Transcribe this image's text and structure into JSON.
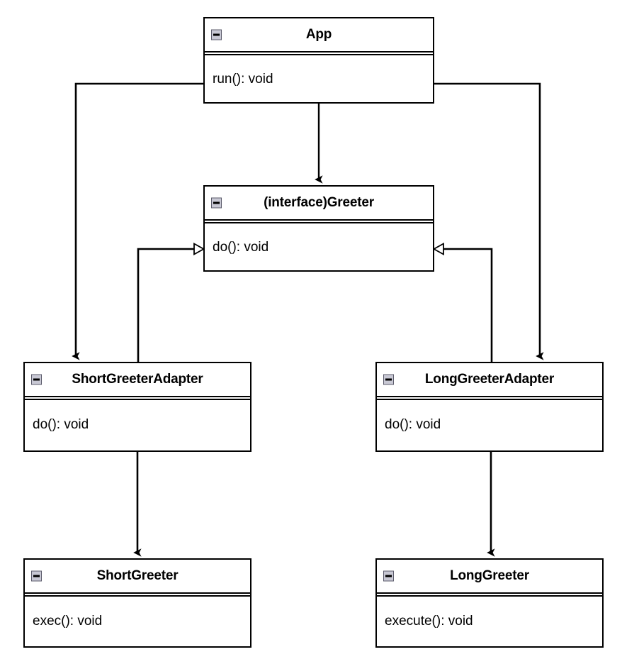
{
  "diagram": {
    "title": "Adapter Pattern Class Diagram",
    "type": "uml-class-diagram",
    "background_color": "#ffffff",
    "line_color": "#000000",
    "icon_fill_color": "#c8c8d4",
    "icon_border_color": "#5b5b6b"
  },
  "classes": [
    {
      "id": "app",
      "name": "App",
      "stereotype": "",
      "members": [
        "run(): void"
      ],
      "icon": "collapse-minus-icon"
    },
    {
      "id": "greeter",
      "name": "(interface)Greeter",
      "stereotype": "interface",
      "members": [
        "do(): void"
      ],
      "icon": "collapse-minus-icon"
    },
    {
      "id": "short-adapter",
      "name": "ShortGreeterAdapter",
      "stereotype": "",
      "members": [
        "do(): void"
      ],
      "icon": "collapse-minus-icon"
    },
    {
      "id": "long-adapter",
      "name": "LongGreeterAdapter",
      "stereotype": "",
      "members": [
        "do(): void"
      ],
      "icon": "collapse-minus-icon"
    },
    {
      "id": "short-greeter",
      "name": "ShortGreeter",
      "stereotype": "",
      "members": [
        "exec(): void"
      ],
      "icon": "collapse-minus-icon"
    },
    {
      "id": "long-greeter",
      "name": "LongGreeter",
      "stereotype": "",
      "members": [
        "execute(): void"
      ],
      "icon": "collapse-minus-icon"
    }
  ],
  "relationships": [
    {
      "from": "App",
      "to": "(interface)Greeter",
      "type": "association",
      "arrowhead": "filled-triangle"
    },
    {
      "from": "App",
      "to": "ShortGreeterAdapter",
      "type": "association",
      "arrowhead": "filled-triangle"
    },
    {
      "from": "App",
      "to": "LongGreeterAdapter",
      "type": "association",
      "arrowhead": "filled-triangle"
    },
    {
      "from": "ShortGreeterAdapter",
      "to": "(interface)Greeter",
      "type": "realization",
      "arrowhead": "hollow-triangle"
    },
    {
      "from": "LongGreeterAdapter",
      "to": "(interface)Greeter",
      "type": "realization",
      "arrowhead": "hollow-triangle"
    },
    {
      "from": "ShortGreeterAdapter",
      "to": "ShortGreeter",
      "type": "association",
      "arrowhead": "filled-triangle"
    },
    {
      "from": "LongGreeterAdapter",
      "to": "LongGreeter",
      "type": "association",
      "arrowhead": "filled-triangle"
    }
  ]
}
